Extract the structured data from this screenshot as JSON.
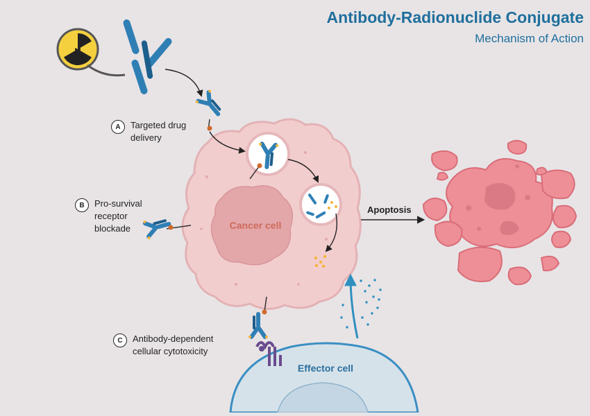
{
  "header": {
    "title": "Antibody-Radionuclide Conjugate",
    "subtitle": "Mechanism of Action"
  },
  "steps": [
    {
      "letter": "A",
      "label": "Targeted drug delivery"
    },
    {
      "letter": "B",
      "label": "Pro-survival receptor blockade"
    },
    {
      "letter": "C",
      "label": "Antibody-dependent cellular cytotoxicity"
    }
  ],
  "labels": {
    "cancer_cell": "Cancer cell",
    "effector_cell": "Effector cell",
    "apoptosis": "Apoptosis"
  },
  "colors": {
    "title": "#1f6f9c",
    "background": "#e8e4e6",
    "cancer_cell": "#f2cdce",
    "nucleus": "#e3a7aa",
    "antibody": "#2f7fb5",
    "payload": "#f3b53c",
    "linker": "#cf6a2d",
    "effector_cell": "#d6e2ea",
    "apoptotic_fragments": "#ee8f97",
    "radiation_symbol": "#f4d03f"
  },
  "icons": {
    "radionuclide": "radiation-symbol-icon",
    "antibody": "antibody-icon",
    "receptor": "fc-receptor-icon"
  }
}
